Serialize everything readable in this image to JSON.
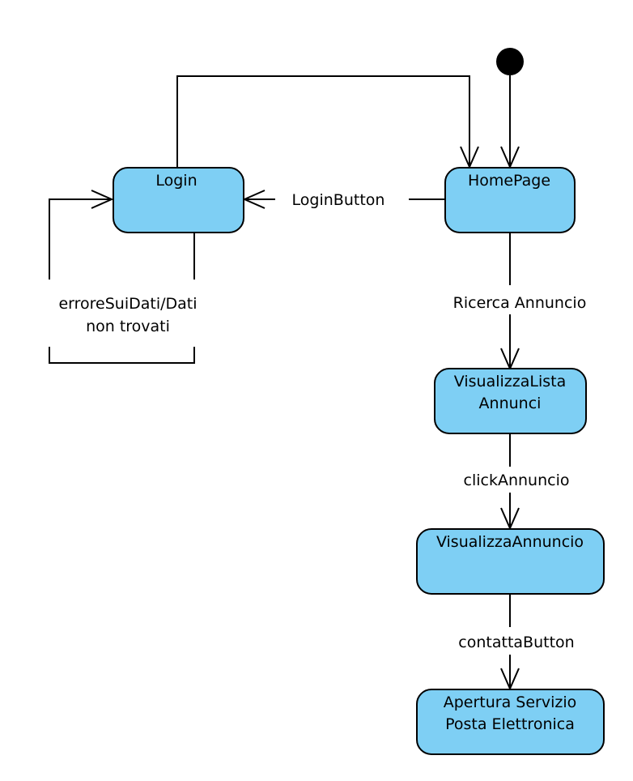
{
  "diagram": {
    "colors": {
      "state_fill": "#7ecff4",
      "stroke": "#000000",
      "initial": "#000000"
    },
    "states": {
      "login": "Login",
      "homepage": "HomePage",
      "lista_line1": "VisualizzaLista",
      "lista_line2": "Annunci",
      "annuncio": "VisualizzaAnnuncio",
      "posta_line1": "Apertura Servizio",
      "posta_line2": "Posta Elettronica"
    },
    "transitions": {
      "login_button": "LoginButton",
      "errore_line1": "erroreSuiDati/Dati",
      "errore_line2": "non trovati",
      "ricerca": "Ricerca Annuncio",
      "click": "clickAnnuncio",
      "contatta": "contattaButton"
    }
  }
}
